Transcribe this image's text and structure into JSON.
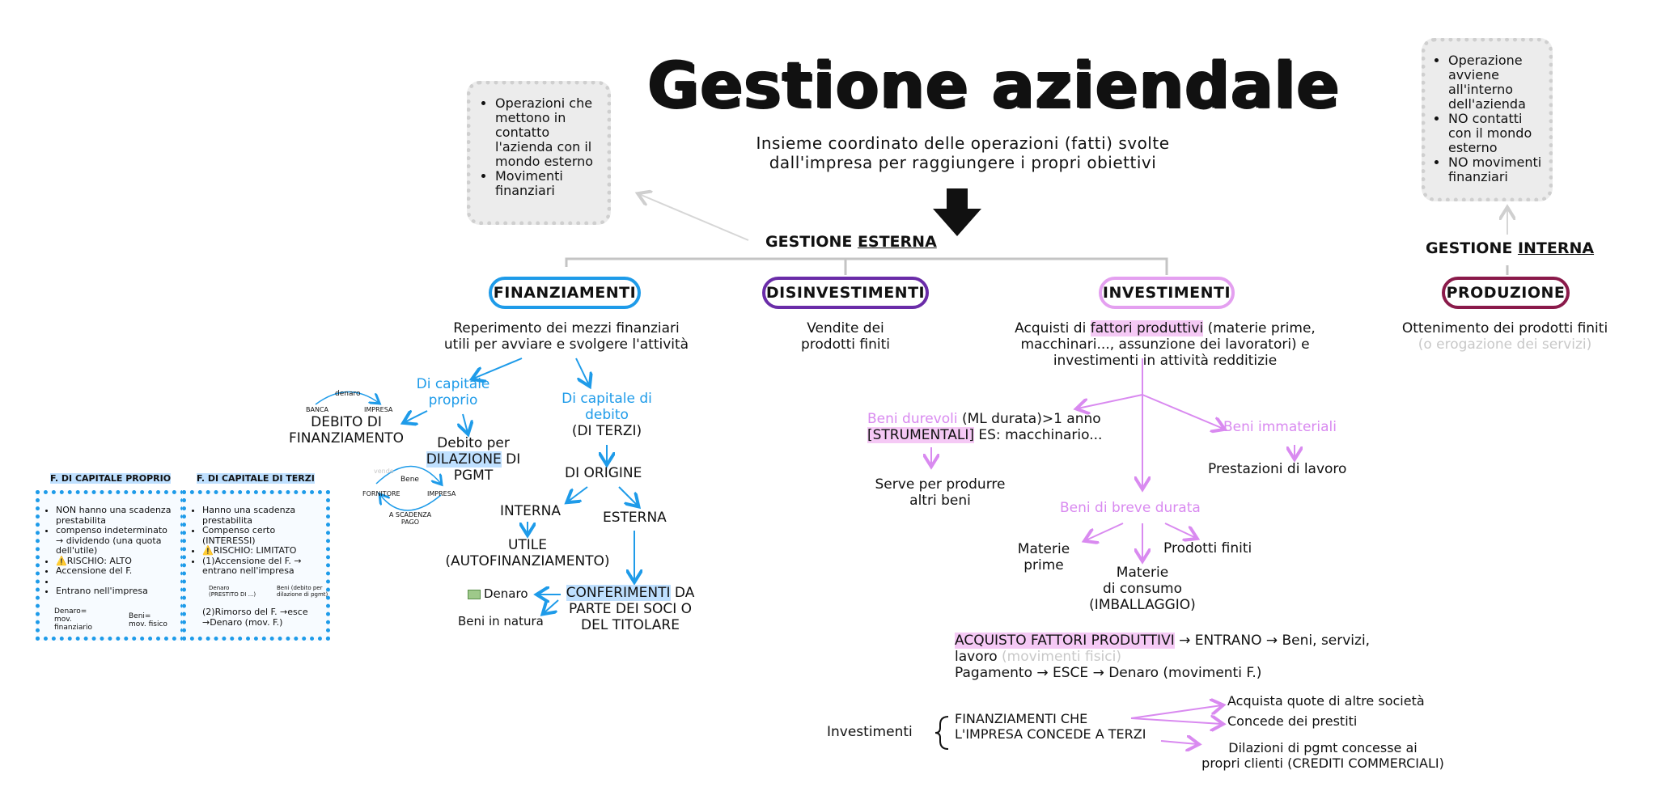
{
  "title": "Gestione aziendale",
  "subtitle_lines": [
    "Insieme coordinato delle operazioni (fatti) svolte",
    "dall'impresa per raggiungere i propri obiettivi"
  ],
  "note_esterna": [
    "Operazioni che mettono in contatto l'azienda con il mondo esterno",
    "Movimenti finanziari"
  ],
  "note_interna": [
    "Operazione avviene all'interno dell'azienda",
    "NO contatti con il mondo esterno",
    "NO movimenti finanziari"
  ],
  "gestione_esterna": {
    "prefix": "GESTIONE ",
    "underlined": "ESTERNA"
  },
  "gestione_interna": {
    "prefix": "GESTIONE ",
    "underlined": "INTERNA"
  },
  "pills": {
    "finanziamenti": "FINANZIAMENTI",
    "disinvestimenti": "DISINVESTIMENTI",
    "investimenti": "INVESTIMENTI",
    "produzione": "PRODUZIONE"
  },
  "finanziamenti": {
    "desc": [
      "Reperimento dei mezzi finanziari",
      "utili per avviare e svolgere l'attività"
    ],
    "capitale_proprio": [
      "Di capitale",
      "proprio"
    ],
    "capitale_debito": [
      "Di capitale di",
      "debito"
    ],
    "di_terzi": "(DI TERZI)",
    "debito_finanziamento": [
      "DEBITO DI",
      "FINANZIAMENTO"
    ],
    "debito_dilazione": {
      "line1": "Debito per",
      "highlight": "DILAZIONE",
      "rest": " DI",
      "line3": "PGMT"
    },
    "di_origine": "DI ORIGINE",
    "interna": "INTERNA",
    "esterna": "ESTERNA",
    "utile": [
      "UTILE",
      "(AUTOFINANZIAMENTO)"
    ],
    "conferimenti": {
      "highlight": "CONFERIMENTI",
      "rest": " DA",
      "line2": "PARTE DEI SOCI O",
      "line3": "DEL TITOLARE"
    },
    "denaro": "Denaro",
    "beni_natura": "Beni in natura",
    "mini1": {
      "top": "denaro",
      "left": "BANCA",
      "right": "IMPRESA"
    },
    "mini2": {
      "top": "Bene",
      "faded": "vende",
      "left": "FORNITORE",
      "right": "IMPRESA",
      "bottom": [
        "A SCADENZA",
        "PAGO"
      ]
    }
  },
  "tabella": {
    "h1": "F. DI CAPITALE PROPRIO",
    "h2": "F. DI CAPITALE DI TERZI",
    "col1": [
      "NON hanno una scadenza prestabilita",
      "compenso indeterminato → dividendo (una quota dell'utile)",
      "RISCHIO: ALTO",
      "Accensione del F.",
      "",
      "Entrano nell'impresa"
    ],
    "col1_foot": {
      "left": [
        "Denaro=",
        "mov.",
        "finanziario"
      ],
      "right": [
        "Beni=",
        "mov. fisico"
      ]
    },
    "col2": [
      "Hanno una scadenza prestabilita",
      "Compenso certo (INTERESSI)",
      "RISCHIO: LIMITATO",
      "(1)Accensione del F. → entrano nell'impresa",
      "(2)Rimorso del F. →esce →Denaro (mov. F.)"
    ],
    "col2_mid": {
      "left": [
        "Denaro",
        "(PRESTITO DI ...)"
      ],
      "right": [
        "Beni (debito per",
        "dilazione di pgmt)"
      ]
    }
  },
  "disinvestimenti": {
    "desc": [
      "Vendite dei",
      "prodotti finiti"
    ]
  },
  "investimenti": {
    "desc": {
      "line1a": "Acquisti di ",
      "hl": "fattori produttivi",
      "line1b": " (materie prime,",
      "line2": "macchinari..., assunzione dei lavoratori) e",
      "line3": "investimenti in attività redditizie"
    },
    "beni_durevoli": {
      "label": "Beni durevoli",
      "rest": " (ML durata)>1 anno",
      "hl": "[STRUMENTALI]",
      "rest2": " ES: macchinario..."
    },
    "beni_immateriali": "Beni immateriali",
    "prestazioni": "Prestazioni di lavoro",
    "serve": [
      "Serve per produrre",
      "altri beni"
    ],
    "breve_durata": "Beni di breve durata",
    "materie_prime": [
      "Materie",
      "prime"
    ],
    "prodotti_finiti": "Prodotti finiti",
    "materie_consumo": [
      "Materie",
      "di consumo",
      "(IMBALLAGGIO)"
    ],
    "acquisto": {
      "hl": "ACQUISTO FATTORI PRODUTTIVI",
      "rest": " → ENTRANO → Beni, servizi,",
      "line2a": "lavoro ",
      "line2b": "(movimenti fisici)",
      "line3": "Pagamento → ESCE → Denaro (movimenti F.)"
    },
    "investimenti_label": "Investimenti",
    "finanz_terzi": [
      "FINANZIAMENTI CHE",
      "L'IMPRESA CONCEDE A TERZI"
    ],
    "quote": "Acquista quote di altre società",
    "prestiti": "Concede dei prestiti",
    "dilazioni": [
      "Dilazioni di pgmt concesse ai",
      "propri clienti (CREDITI COMMERCIALI)"
    ]
  },
  "produzione": {
    "desc": "Ottenimento dei prodotti finiti",
    "faded": "(o erogazione dei servizi)"
  },
  "colors": {
    "finanziamenti": "#1e9be9",
    "disinvestimenti": "#6a2ca8",
    "investimenti": "#e4a0f0",
    "produzione": "#8a1a4a",
    "connector": "#c4c4c4"
  }
}
